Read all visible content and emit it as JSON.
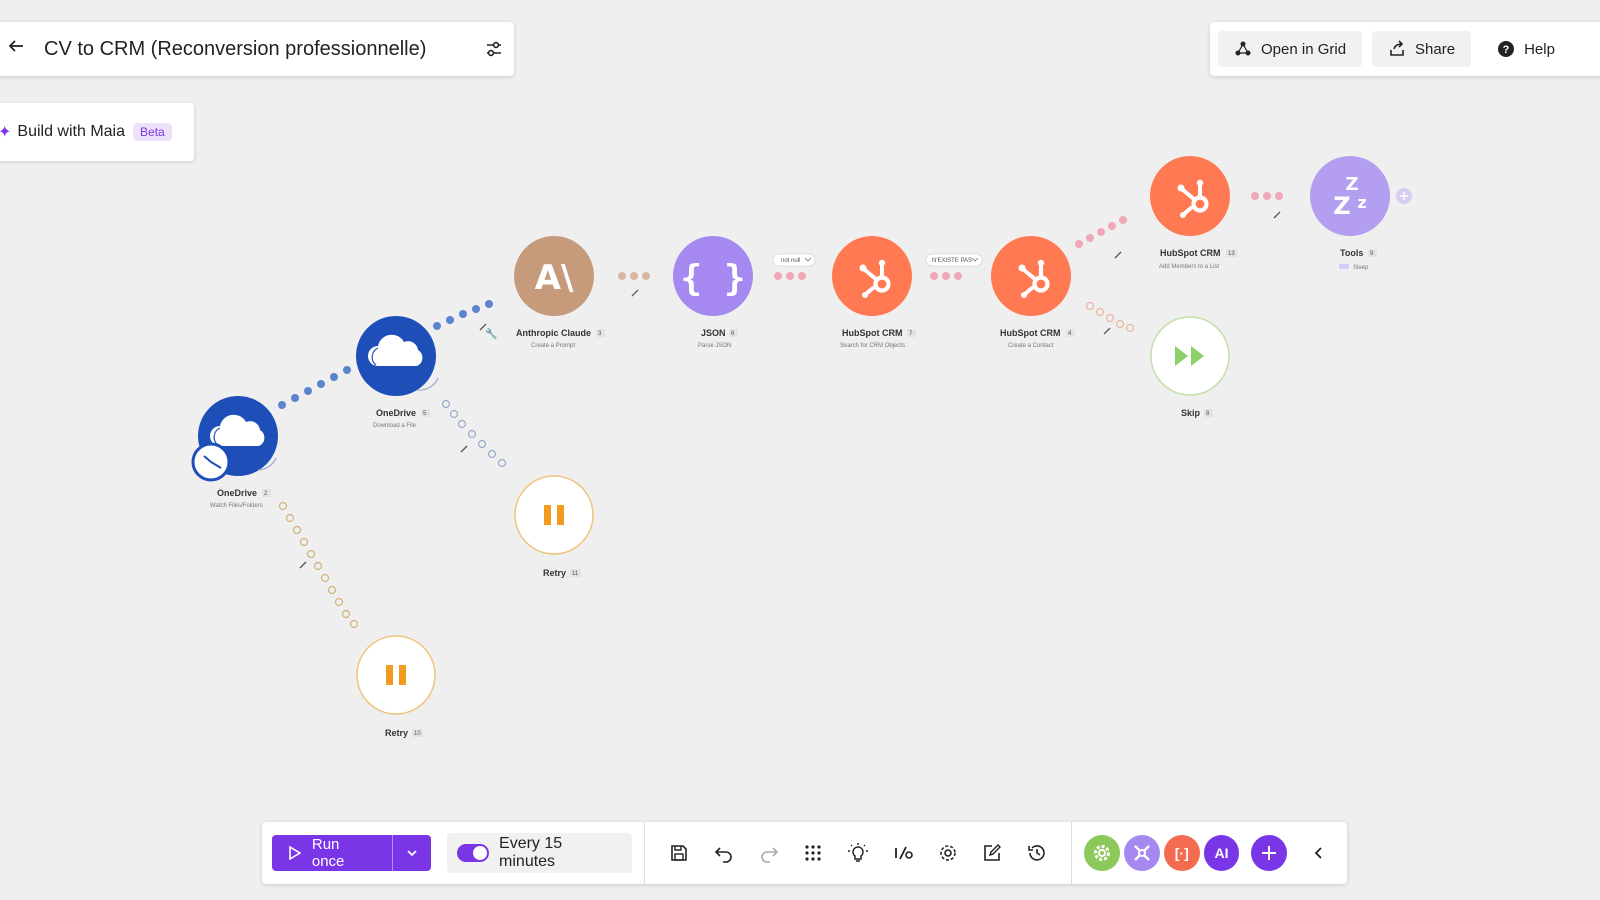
{
  "header": {
    "title": "CV to CRM (Reconversion professionnelle)",
    "back_icon": "arrow-left-icon",
    "settings_icon": "sliders-icon"
  },
  "maia": {
    "label": "Build with Maia",
    "badge": "Beta"
  },
  "top_actions": {
    "open_grid": "Open in Grid",
    "share": "Share",
    "help": "Help"
  },
  "modules": {
    "onedrive_watch": {
      "name": "OneDrive",
      "id": "2",
      "action": "Watch Files/Folders",
      "icon": "cloud-icon",
      "color": "#1e4fb8"
    },
    "onedrive_download": {
      "name": "OneDrive",
      "id": "5",
      "action": "Download a File",
      "icon": "cloud-icon",
      "color": "#1e4fb8"
    },
    "anthropic": {
      "name": "Anthropic Claude",
      "id": "3",
      "action": "Create a Prompt",
      "icon": "anthropic-icon",
      "color": "#c69b7b"
    },
    "json": {
      "name": "JSON",
      "id": "6",
      "action": "Parse JSON",
      "icon": "braces-icon",
      "color": "#a689f0"
    },
    "hubspot_search": {
      "name": "HubSpot CRM",
      "id": "7",
      "action": "Search for CRM Objects",
      "icon": "hubspot-icon",
      "color": "#ff7a52"
    },
    "hubspot_create": {
      "name": "HubSpot CRM",
      "id": "4",
      "action": "Create a Contact",
      "icon": "hubspot-icon",
      "color": "#ff7a52"
    },
    "hubspot_add": {
      "name": "HubSpot CRM",
      "id": "13",
      "action": "Add Members to a List",
      "icon": "hubspot-icon",
      "color": "#ff7a52"
    },
    "tools_sleep": {
      "name": "Tools",
      "id": "9",
      "action": "Sleep",
      "icon": "sleep-icon",
      "color": "#b49ef0"
    },
    "skip": {
      "name": "Skip",
      "id": "8",
      "icon": "skip-icon",
      "color": "#8fcf6a"
    },
    "retry_11": {
      "name": "Retry",
      "id": "11",
      "icon": "pause-icon",
      "color": "#f29b1e"
    },
    "retry_10": {
      "name": "Retry",
      "id": "10",
      "icon": "pause-icon",
      "color": "#f29b1e"
    }
  },
  "filters": {
    "json_to_search": "not null",
    "search_to_create": "N'EXISTE PAS"
  },
  "toolbar": {
    "run_once": "Run once",
    "schedule": "Every 15 minutes",
    "schedule_on": true,
    "colors": {
      "accent": "#7a35e6",
      "chip_tools": "#8dc85a",
      "chip_flow": "#a689f0",
      "chip_text": "#f36c4f",
      "chip_ai": "#7a35e6"
    },
    "chip_text_label": "[·]",
    "chip_ai_label": "AI"
  }
}
